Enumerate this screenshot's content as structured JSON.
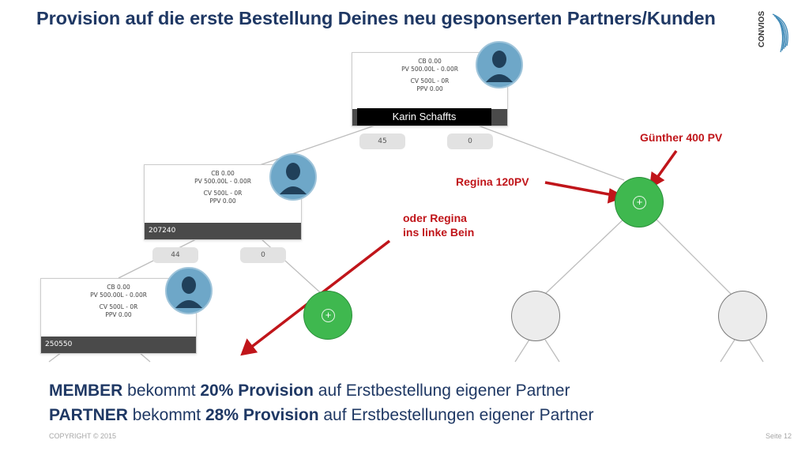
{
  "slide": {
    "title": "Provision auf die erste Bestellung Deines neu gesponserten Partners/Kunden",
    "logo_text": "CONVIOS"
  },
  "tree": {
    "root": {
      "cb": "CB 0.00",
      "pv": "PV 500.00L - 0.00R",
      "cv": "CV 500L - 0R",
      "ppv": "PPV 0.00",
      "name": "Karin Schaffts",
      "left_count": "45",
      "right_count": "0"
    },
    "left": {
      "cb": "CB 0.00",
      "pv": "PV 500.00L - 0.00R",
      "cv": "CV 500L - 0R",
      "ppv": "PPV 0.00",
      "id": "207240",
      "left_count": "44",
      "right_count": "0"
    },
    "left_left": {
      "cb": "CB 0.00",
      "pv": "PV 500.00L - 0.00R",
      "cv": "CV 500L - 0R",
      "ppv": "PPV 0.00",
      "id": "250550"
    }
  },
  "annotations": {
    "guenther": "Günther 400 PV",
    "regina": "Regina 120PV",
    "regina_alt_line1": "oder  Regina",
    "regina_alt_line2": "ins linke Bein"
  },
  "bottom": {
    "line1": {
      "a": "MEMBER",
      "b": " bekommt ",
      "c": "20% Provision",
      "d": " auf Erstbestellung eigener Partner"
    },
    "line2": {
      "a": "PARTNER",
      "b": " bekommt ",
      "c": "28% Provision",
      "d": " auf Erstbestellungen eigener Partner"
    }
  },
  "footer": {
    "copyright": "COPYRIGHT © 2015",
    "page": "Seite 12"
  },
  "colors": {
    "title": "#1f3864",
    "annotation": "#c0151a",
    "node_green": "#3fb84f",
    "avatar": "#6ea7c8"
  }
}
